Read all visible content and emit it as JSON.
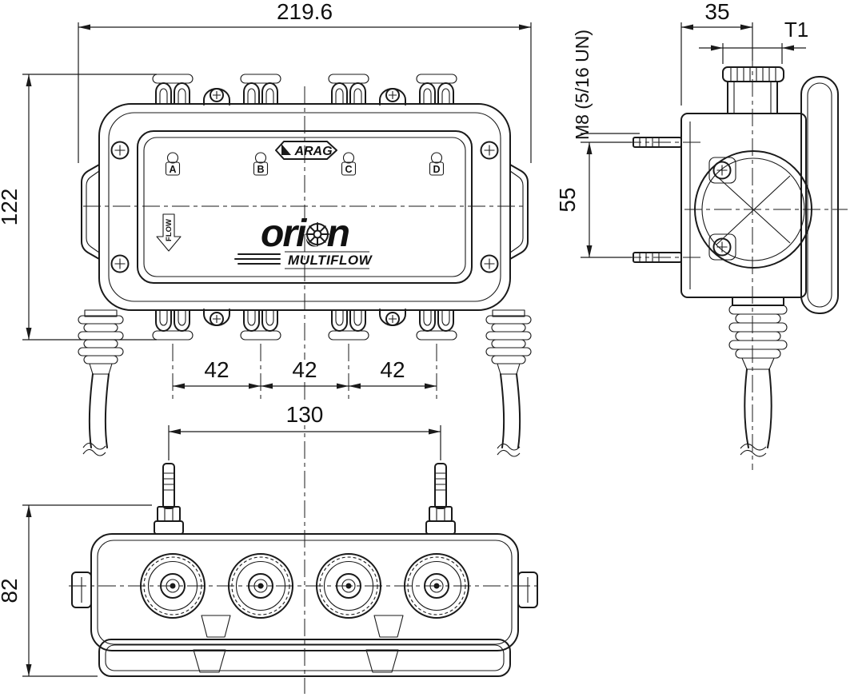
{
  "drawing": {
    "dimensions": {
      "overall_width": "219.6",
      "overall_height": "122",
      "port_spacing": [
        "42",
        "42",
        "42"
      ],
      "stud_distance": "130",
      "body_depth": "82",
      "side_width": "35",
      "top_port_thread": "T1",
      "stud_thread": "M8 (5/16 UN)",
      "stud_spacing": "55"
    },
    "labels": {
      "brand": "ARAG",
      "product": "orion",
      "series": "MULTIFLOW",
      "flow_direction": "FLOW",
      "ports": [
        "A",
        "B",
        "C",
        "D"
      ]
    },
    "colors": {
      "line": "#1a1a1a",
      "background": "#ffffff"
    }
  }
}
